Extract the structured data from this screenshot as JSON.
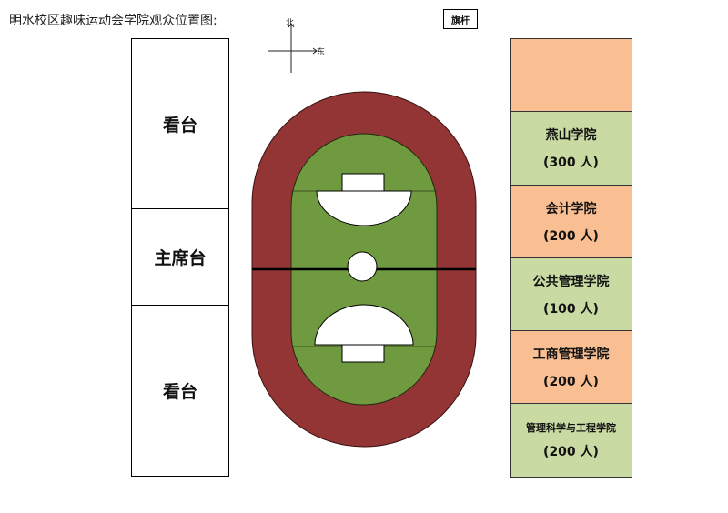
{
  "title": "明水校区趣味运动会学院观众位置图:",
  "flagpole_label": "旗杆",
  "compass": {
    "north": "北",
    "east": "东"
  },
  "stands": {
    "top": "看台",
    "middle": "主席台",
    "bottom": "看台"
  },
  "colleges": [
    {
      "name": "燕山学院",
      "count": "(300 人)"
    },
    {
      "name": "会计学院",
      "count": "(200 人)"
    },
    {
      "name": "公共管理学院",
      "count": "(100 人)"
    },
    {
      "name": "工商管理学院",
      "count": "(200 人)"
    },
    {
      "name": "管理科学与工程学院",
      "count": "(200 人)"
    }
  ],
  "colors": {
    "track": "#943535",
    "field": "#6f9a3f",
    "college_orange": "#f9bf93",
    "college_green": "#c9dba3"
  }
}
